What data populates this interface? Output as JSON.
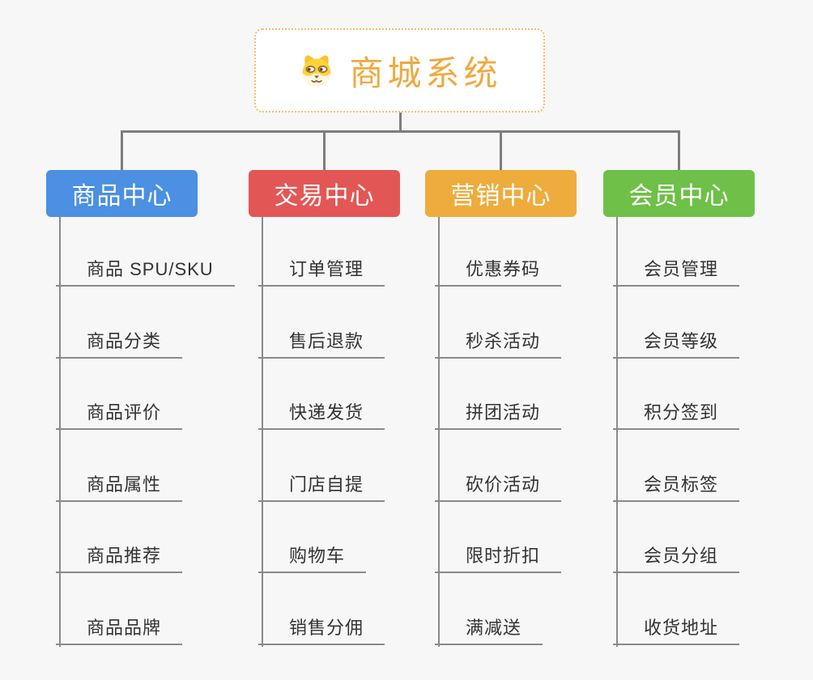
{
  "root": {
    "title": "商城系统",
    "icon": "dog-face-icon",
    "title_color": "#f0a93e",
    "border_color": "#f5bd6e"
  },
  "branches": [
    {
      "label": "商品中心",
      "color": "#4b90e2",
      "children": [
        "商品 SPU/SKU",
        "商品分类",
        "商品评价",
        "商品属性",
        "商品推荐",
        "商品品牌"
      ]
    },
    {
      "label": "交易中心",
      "color": "#e25755",
      "children": [
        "订单管理",
        "售后退款",
        "快递发货",
        "门店自提",
        "购物车",
        "销售分佣"
      ]
    },
    {
      "label": "营销中心",
      "color": "#eeac3d",
      "children": [
        "优惠券码",
        "秒杀活动",
        "拼团活动",
        "砍价活动",
        "限时折扣",
        "满减送"
      ]
    },
    {
      "label": "会员中心",
      "color": "#6fc048",
      "children": [
        "会员管理",
        "会员等级",
        "积分签到",
        "会员标签",
        "会员分组",
        "收货地址"
      ]
    }
  ],
  "colors": {
    "background": "#f7f7f7",
    "connector": "#7d7d7d",
    "stem_line": "#8a8a8a",
    "leaf_text": "#333333",
    "branch_text": "#ffffff"
  }
}
